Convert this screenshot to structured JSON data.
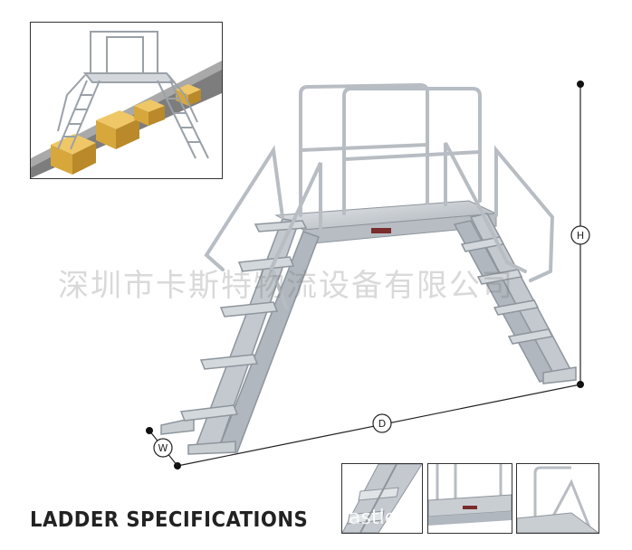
{
  "dimensions": {
    "height_label": "H",
    "depth_label": "D",
    "width_label": "W"
  },
  "watermark": "深圳市卡斯特物流设备有限公司",
  "footer": {
    "title": "LADDER SPECIFICATIONS",
    "overlay_text": "astlecn"
  },
  "colors": {
    "aluminum": "#c9ced3",
    "aluminum_dark": "#8e959c",
    "box": "#e3b347",
    "box_dark": "#b9892a",
    "line": "#222222"
  }
}
